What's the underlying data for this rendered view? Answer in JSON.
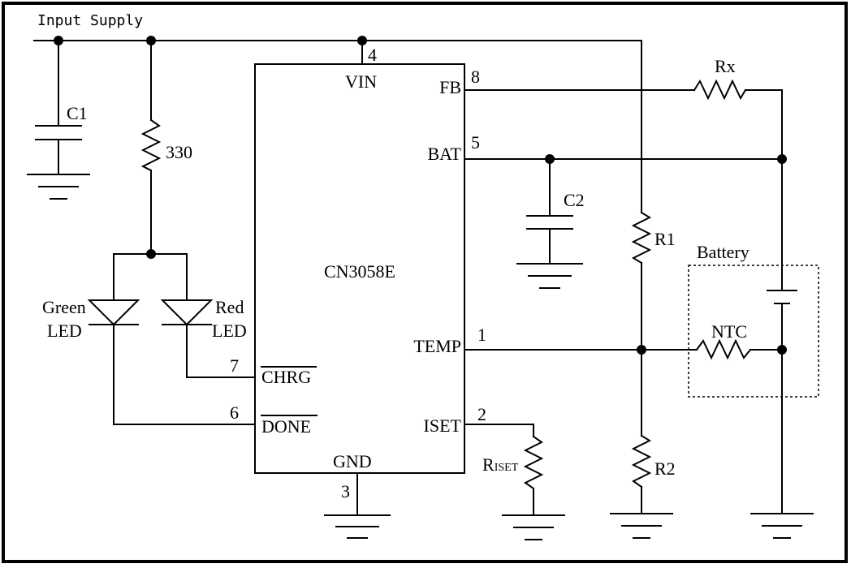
{
  "title": "Input Supply",
  "ic": {
    "name": "CN3058E",
    "pins": {
      "vin": {
        "label": "VIN",
        "num": "4"
      },
      "fb": {
        "label": "FB",
        "num": "8"
      },
      "bat": {
        "label": "BAT",
        "num": "5"
      },
      "temp": {
        "label": "TEMP",
        "num": "1"
      },
      "iset": {
        "label": "ISET",
        "num": "2"
      },
      "gnd": {
        "label": "GND",
        "num": "3"
      },
      "chrg": {
        "label": "CHRG",
        "num": "7"
      },
      "done": {
        "label": "DONE",
        "num": "6"
      }
    }
  },
  "components": {
    "c1": "C1",
    "c2": "C2",
    "r330": "330",
    "rx": "Rx",
    "r1": "R1",
    "r2": "R2",
    "riset_big": "R",
    "riset_small": "ISET",
    "battery": "Battery",
    "ntc": "NTC",
    "green_led_1": "Green",
    "green_led_2": "LED",
    "red_led_1": "Red",
    "red_led_2": "LED"
  }
}
